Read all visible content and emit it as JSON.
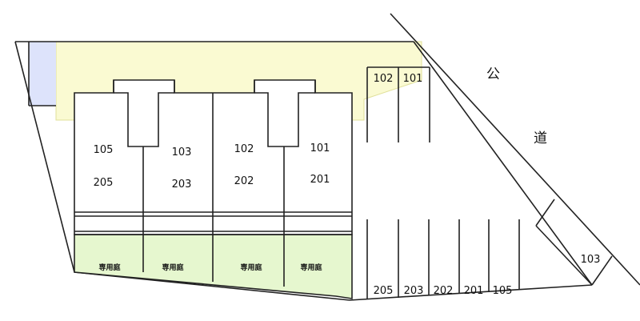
{
  "colors": {
    "line": "#222222",
    "yard_yellow": "#fafad2",
    "yard_outline": "#e0e09a",
    "blue_patch": "#dde3fb",
    "garden_green": "#e6f7cf",
    "building_fill": "#ffffff"
  },
  "road": {
    "char_1": "公",
    "char_2": "道"
  },
  "buildings": [
    {
      "upper": "105",
      "lower": "205"
    },
    {
      "upper": "103",
      "lower": "203"
    },
    {
      "upper": "102",
      "lower": "202"
    },
    {
      "upper": "101",
      "lower": "201"
    }
  ],
  "garden_label": "専用庭",
  "parking_top": [
    "102",
    "101"
  ],
  "parking_bottom": [
    "205",
    "203",
    "202",
    "201",
    "105"
  ],
  "parking_diagonal": "103"
}
